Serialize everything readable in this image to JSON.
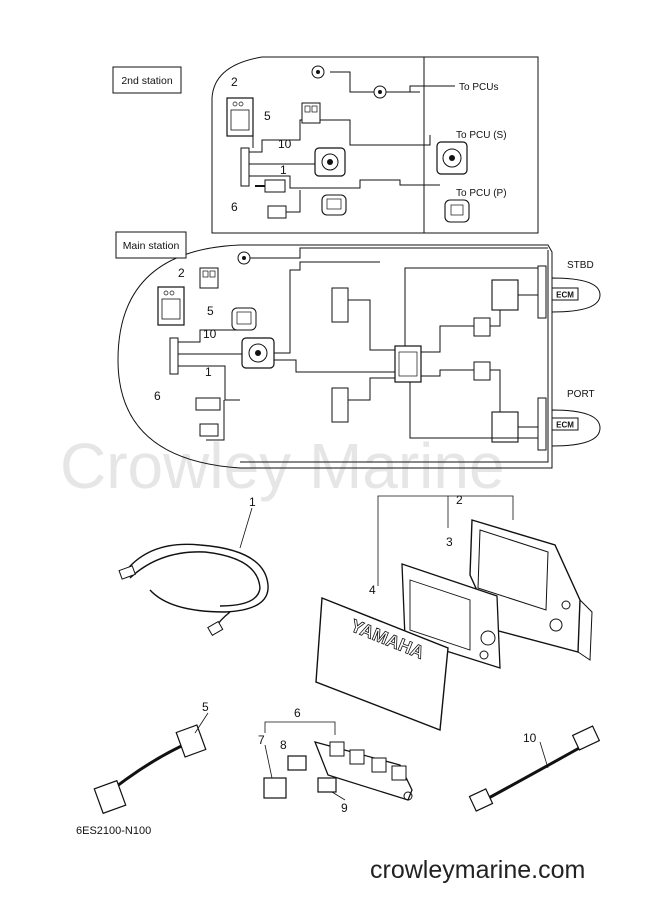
{
  "diagram": {
    "station_labels": {
      "second": "2nd station",
      "main": "Main station"
    },
    "destinations": {
      "pcus": "To PCUs",
      "pcu_s": "To PCU (S)",
      "pcu_p": "To PCU (P)"
    },
    "engine_sides": {
      "stbd": "STBD",
      "port": "PORT"
    },
    "ecm_label": "ECM",
    "callouts_second": [
      "2",
      "5",
      "10",
      "1",
      "6"
    ],
    "callouts_main": [
      "2",
      "5",
      "10",
      "1",
      "6"
    ],
    "parts_callouts": {
      "p1": "1",
      "p2": "2",
      "p3": "3",
      "p4": "4",
      "p5": "5",
      "p6": "6",
      "p7": "7",
      "p8": "8",
      "p9": "9",
      "p10": "10"
    },
    "cover_brand": "YAMAHA",
    "watermark": "Crowley Marine",
    "drawing_code": "6ES2100-N100",
    "footer_url": "crowleymarine.com"
  }
}
